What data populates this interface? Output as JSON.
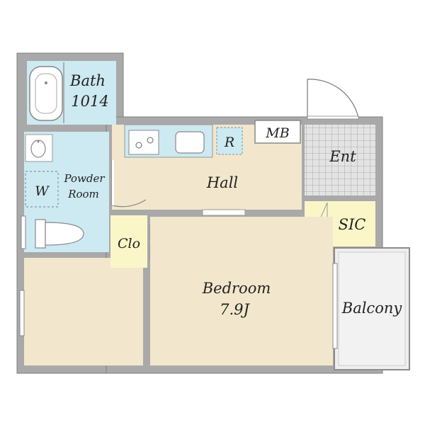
{
  "floor_plan": {
    "rooms": {
      "bath": {
        "name": "Bath",
        "size": "1014"
      },
      "powder_room": {
        "line1": "Powder",
        "line2": "Room"
      },
      "washer": {
        "label": "W"
      },
      "hall": {
        "label": "Hall"
      },
      "refrigerator": {
        "label": "R"
      },
      "meter_box": {
        "label": "MB"
      },
      "entrance": {
        "label": "Ent"
      },
      "sic": {
        "label": "SIC"
      },
      "closet": {
        "label": "Clo"
      },
      "bedroom": {
        "name": "Bedroom",
        "size": "7.9J"
      },
      "balcony": {
        "label": "Balcony"
      }
    },
    "colors": {
      "wall": "#a9a9a9",
      "wall_outline": "#7f7f7f",
      "wet_area": "#cde9f1",
      "living_floor": "#f2e7cc",
      "storage": "#fbf6c8",
      "balcony": "#eeeeee",
      "entrance_tile": "#dddddd"
    }
  }
}
